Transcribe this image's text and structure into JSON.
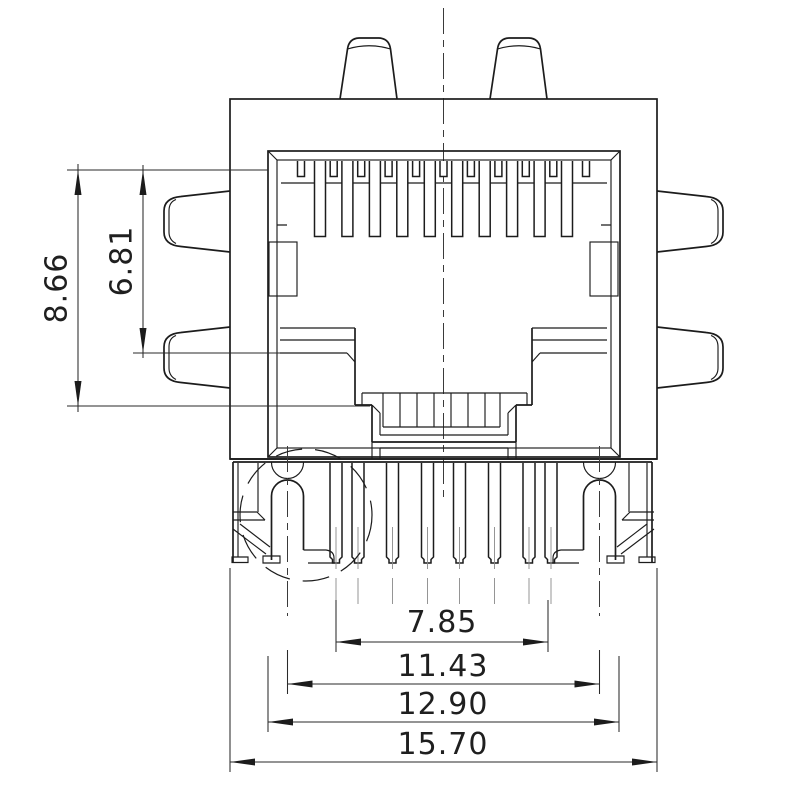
{
  "drawing": {
    "view": "connector-front-view",
    "units_style": "decimal-mm"
  },
  "dimensions": {
    "overall_height": "8.66",
    "opening_height": "6.81",
    "pin_row_span": "7.85",
    "post_spacing": "11.43",
    "opening_width": "12.90",
    "overall_width": "15.70"
  },
  "colors": {
    "line": "#1c1c1c",
    "background": "#ffffff"
  }
}
